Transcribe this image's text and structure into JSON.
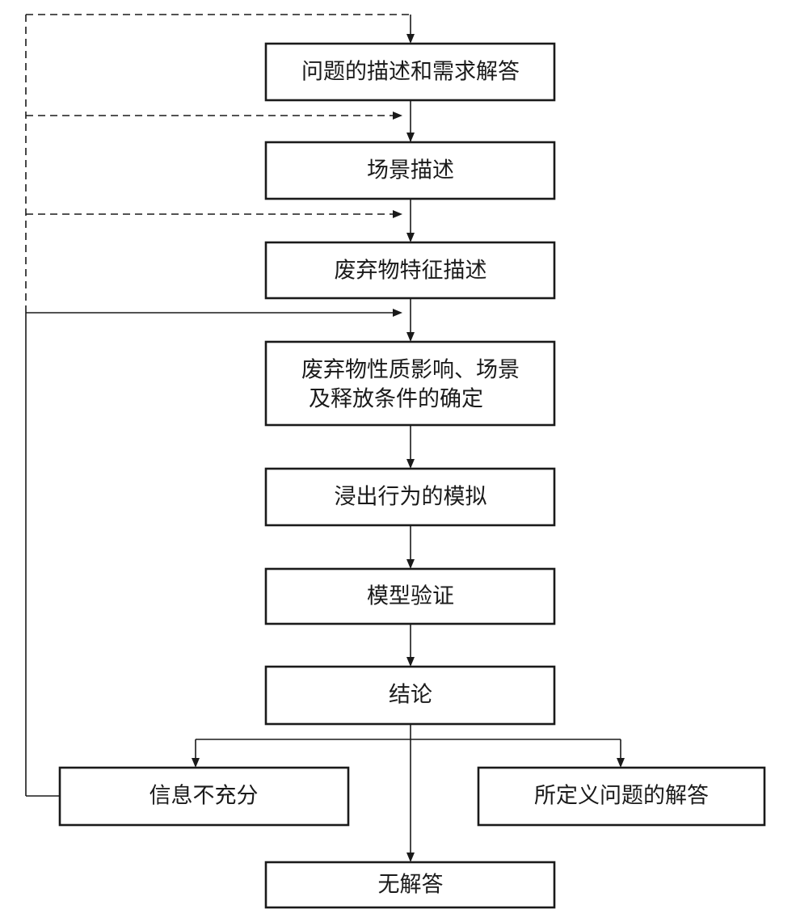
{
  "nodes": {
    "problem": "问题的描述和需求解答",
    "scenario": "场景描述",
    "waste": "废弃物特征描述",
    "determine_line1": "废弃物性质影响、场景",
    "determine_line2": "及释放条件的确定",
    "simulate": "浸出行为的模拟",
    "validate": "模型验证",
    "conclusion": "结论",
    "insufficient": "信息不充分",
    "answer": "所定义问题的解答",
    "no_answer": "无解答"
  },
  "colors": {
    "stroke": "#1a1a1a",
    "background": "#ffffff"
  }
}
